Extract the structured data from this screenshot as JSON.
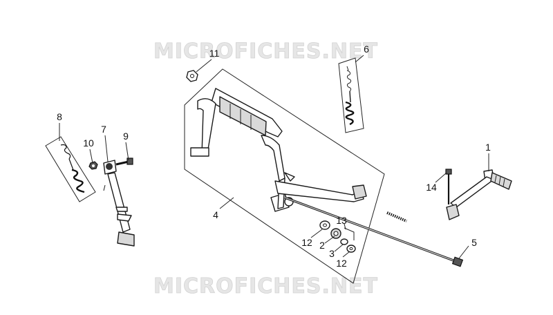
{
  "watermark": {
    "top": "MICROFICHES.NET",
    "bottom": "MICROFICHES.NET"
  },
  "callouts": [
    {
      "id": "c1",
      "label": "1"
    },
    {
      "id": "c2",
      "label": "2"
    },
    {
      "id": "c3",
      "label": "3"
    },
    {
      "id": "c4",
      "label": "4"
    },
    {
      "id": "c5",
      "label": "5"
    },
    {
      "id": "c6",
      "label": "6"
    },
    {
      "id": "c7",
      "label": "7"
    },
    {
      "id": "c8",
      "label": "8"
    },
    {
      "id": "c9",
      "label": "9"
    },
    {
      "id": "c10",
      "label": "10"
    },
    {
      "id": "c11",
      "label": "11"
    },
    {
      "id": "c12a",
      "label": "12"
    },
    {
      "id": "c12b",
      "label": "12"
    },
    {
      "id": "c13",
      "label": "13"
    },
    {
      "id": "c14",
      "label": "14"
    }
  ]
}
